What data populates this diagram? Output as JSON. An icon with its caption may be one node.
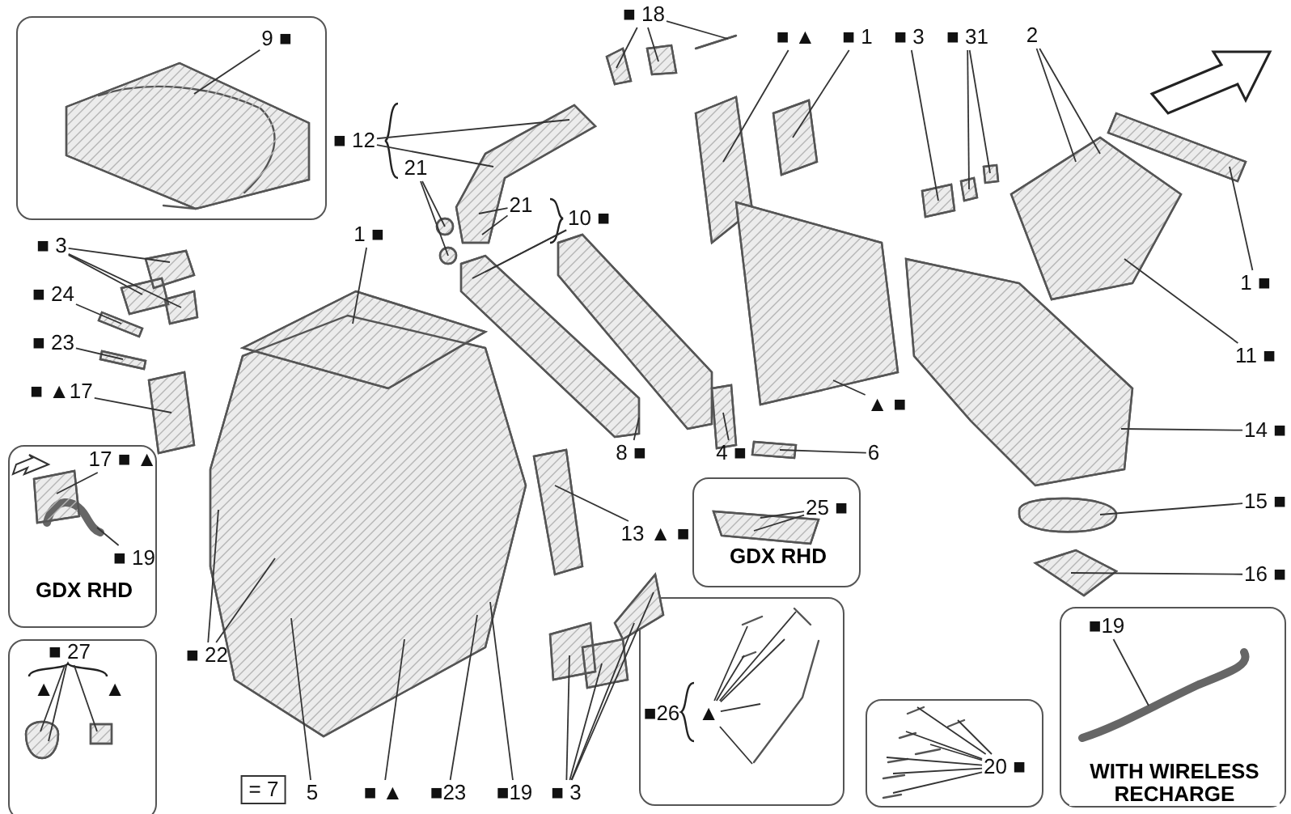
{
  "diagram": {
    "nodes": [
      {
        "text": [],
        "shape": "box"
      },
      {
        "text": [
          "9 ■"
        ],
        "in": 0
      },
      {
        "text": [
          "■ 12"
        ]
      },
      {
        "text": [
          "21"
        ]
      },
      {
        "text": [
          "21"
        ]
      },
      {
        "text": [
          "10 ■"
        ]
      },
      {
        "text": [
          "■ 18"
        ]
      },
      {
        "text": [
          "■ ▲"
        ]
      },
      {
        "text": [
          "■ 1"
        ]
      },
      {
        "text": [
          "■ 3"
        ]
      },
      {
        "text": [
          "■ 31"
        ]
      },
      {
        "text": [
          "2"
        ]
      },
      {
        "text": [
          "1 ■"
        ]
      },
      {
        "text": [
          "11 ■"
        ]
      },
      {
        "text": [
          "▲ ■"
        ]
      },
      {
        "text": [
          "14 ■"
        ]
      },
      {
        "text": [
          "15 ■"
        ]
      },
      {
        "text": [
          "16 ■"
        ]
      },
      {
        "text": [
          "6"
        ]
      },
      {
        "text": [
          "4 ■"
        ]
      },
      {
        "text": [
          "8 ■"
        ]
      },
      {
        "text": [
          "13 ▲ ■"
        ]
      },
      {
        "text": [
          "1 ■"
        ]
      },
      {
        "text": [
          "■ 3"
        ]
      },
      {
        "text": [
          "■ 24"
        ]
      },
      {
        "text": [
          "■ 23"
        ]
      },
      {
        "text": [
          "■ ▲17"
        ]
      },
      {
        "text": [
          "GDX RHD"
        ]
      },
      {
        "text": [
          "17 ■ ▲"
        ],
        "in": 27
      },
      {
        "text": [
          "■ 19"
        ],
        "in": 27
      },
      {
        "text": [
          "■ 22"
        ]
      },
      {
        "text": [
          "5"
        ]
      },
      {
        "text": [
          "■ ▲"
        ]
      },
      {
        "text": [
          "■23"
        ]
      },
      {
        "text": [
          "■19"
        ]
      },
      {
        "text": [
          "■ 3"
        ]
      },
      {
        "text": [
          "= 7"
        ]
      },
      {
        "text": [],
        "shape": "box"
      },
      {
        "text": [
          "■ 27"
        ],
        "in": 37
      },
      {
        "text": [
          "▲"
        ],
        "in": 37
      },
      {
        "text": [
          "▲"
        ],
        "in": 37
      },
      {
        "text": [
          "GDX RHD"
        ]
      },
      {
        "text": [
          "25 ■"
        ],
        "in": 41
      },
      {
        "text": [],
        "shape": "box"
      },
      {
        "text": [
          "■26"
        ],
        "in": 43
      },
      {
        "text": [
          "▲"
        ],
        "in": 43
      },
      {
        "text": [],
        "shape": "box"
      },
      {
        "text": [
          "20 ■"
        ],
        "in": 46
      },
      {
        "text": [
          "WITH WIRELESS RECHARGE"
        ]
      },
      {
        "text": [
          "■19"
        ],
        "in": 48
      },
      {
        "text": [],
        "shape": "picture"
      },
      {
        "text": [],
        "shape": "picture",
        "in": 0
      },
      {
        "text": [],
        "shape": "picture",
        "in": 27
      },
      {
        "text": [],
        "shape": "picture",
        "in": 37
      },
      {
        "text": [],
        "shape": "picture",
        "in": 41
      },
      {
        "text": [],
        "shape": "picture",
        "in": 43
      },
      {
        "text": [],
        "shape": "picture",
        "in": 46
      },
      {
        "text": [],
        "shape": "picture",
        "in": 48
      },
      {
        "text": [],
        "shape": "picture"
      },
      {
        "text": [],
        "shape": "picture"
      },
      {
        "text": [],
        "shape": "picture"
      },
      {
        "text": [],
        "shape": "picture"
      },
      {
        "text": [],
        "shape": "picture"
      },
      {
        "text": [],
        "shape": "picture"
      },
      {
        "text": [],
        "shape": "picture"
      },
      {
        "text": [],
        "shape": "picture"
      },
      {
        "text": [],
        "shape": "picture"
      },
      {
        "text": [],
        "shape": "picture"
      },
      {
        "text": [],
        "shape": "picture"
      },
      {
        "text": [],
        "shape": "picture"
      },
      {
        "text": [],
        "shape": "picture"
      },
      {
        "text": [],
        "shape": "picture"
      },
      {
        "text": [],
        "shape": "picture"
      },
      {
        "text": [],
        "shape": "picture"
      },
      {
        "text": [],
        "shape": "picture"
      },
      {
        "text": [],
        "shape": "picture"
      },
      {
        "text": [],
        "shape": "picture"
      },
      {
        "text": [],
        "shape": "picture"
      },
      {
        "text": [],
        "shape": "picture"
      },
      {
        "text": [],
        "shape": "picture"
      }
    ],
    "edges": [
      {
        "from": 1,
        "to": 51,
        "arrow": "none"
      },
      {
        "from": 2,
        "to": 58,
        "arrow": "none"
      },
      {
        "from": 2,
        "to": 58,
        "arrow": "none"
      },
      {
        "from": 3,
        "to": 59,
        "arrow": "none"
      },
      {
        "from": 3,
        "to": 59,
        "arrow": "none"
      },
      {
        "from": 4,
        "to": 58,
        "arrow": "none"
      },
      {
        "from": 4,
        "to": 58,
        "arrow": "none"
      },
      {
        "from": 5,
        "to": 60,
        "arrow": "none"
      },
      {
        "from": 5,
        "to": 60,
        "arrow": "none"
      },
      {
        "from": 6,
        "to": 74,
        "arrow": "none"
      },
      {
        "from": 6,
        "to": 74,
        "arrow": "none"
      },
      {
        "from": 6,
        "to": 74,
        "arrow": "none"
      },
      {
        "from": 7,
        "to": 62,
        "arrow": "none"
      },
      {
        "from": 8,
        "to": 63,
        "arrow": "none"
      },
      {
        "from": 9,
        "to": 72,
        "arrow": "none"
      },
      {
        "from": 10,
        "to": 73,
        "arrow": "none"
      },
      {
        "from": 10,
        "to": 73,
        "arrow": "none"
      },
      {
        "from": 11,
        "to": 70,
        "arrow": "none"
      },
      {
        "from": 11,
        "to": 70,
        "arrow": "none"
      },
      {
        "from": 12,
        "to": 71,
        "arrow": "none"
      },
      {
        "from": 13,
        "to": 70,
        "arrow": "none"
      },
      {
        "from": 14,
        "to": 64,
        "arrow": "none"
      },
      {
        "from": 15,
        "to": 67,
        "arrow": "none"
      },
      {
        "from": 16,
        "to": 68,
        "arrow": "none"
      },
      {
        "from": 17,
        "to": 69,
        "arrow": "none"
      },
      {
        "from": 18,
        "to": 66,
        "arrow": "none"
      },
      {
        "from": 19,
        "to": 65,
        "arrow": "none"
      },
      {
        "from": 20,
        "to": 60,
        "arrow": "none"
      },
      {
        "from": 21,
        "to": 78,
        "arrow": "none"
      },
      {
        "from": 22,
        "to": 50,
        "arrow": "none"
      },
      {
        "from": 23,
        "to": 75,
        "arrow": "none"
      },
      {
        "from": 23,
        "to": 75,
        "arrow": "none"
      },
      {
        "from": 23,
        "to": 75,
        "arrow": "none"
      },
      {
        "from": 24,
        "to": 76,
        "arrow": "none"
      },
      {
        "from": 25,
        "to": 76,
        "arrow": "none"
      },
      {
        "from": 26,
        "to": 77,
        "arrow": "none"
      },
      {
        "from": 28,
        "to": 52,
        "arrow": "none"
      },
      {
        "from": 29,
        "to": 52,
        "arrow": "none"
      },
      {
        "from": 30,
        "to": 50,
        "arrow": "none"
      },
      {
        "from": 30,
        "to": 50,
        "arrow": "none"
      },
      {
        "from": 31,
        "to": 50,
        "arrow": "none"
      },
      {
        "from": 32,
        "to": 50,
        "arrow": "none"
      },
      {
        "from": 33,
        "to": 50,
        "arrow": "none"
      },
      {
        "from": 34,
        "to": 50,
        "arrow": "none"
      },
      {
        "from": 35,
        "to": 79,
        "arrow": "none"
      },
      {
        "from": 35,
        "to": 79,
        "arrow": "none"
      },
      {
        "from": 35,
        "to": 79,
        "arrow": "none"
      },
      {
        "from": 35,
        "to": 79,
        "arrow": "none"
      },
      {
        "from": 38,
        "to": 53,
        "arrow": "none"
      },
      {
        "from": 38,
        "to": 53,
        "arrow": "none"
      },
      {
        "from": 38,
        "to": 53,
        "arrow": "none"
      },
      {
        "from": 45,
        "to": 55,
        "arrow": "none"
      },
      {
        "from": 45,
        "to": 55,
        "arrow": "none"
      },
      {
        "from": 45,
        "to": 55,
        "arrow": "none"
      },
      {
        "from": 45,
        "to": 55,
        "arrow": "none"
      },
      {
        "from": 45,
        "to": 55,
        "arrow": "none"
      },
      {
        "from": 45,
        "to": 55,
        "arrow": "none"
      },
      {
        "from": 47,
        "to": 56,
        "arrow": "none"
      },
      {
        "from": 47,
        "to": 56,
        "arrow": "none"
      },
      {
        "from": 47,
        "to": 56,
        "arrow": "none"
      },
      {
        "from": 47,
        "to": 56,
        "arrow": "none"
      },
      {
        "from": 47,
        "to": 56,
        "arrow": "none"
      },
      {
        "from": 47,
        "to": 56,
        "arrow": "none"
      },
      {
        "from": 47,
        "to": 56,
        "arrow": "none"
      },
      {
        "from": 49,
        "to": 57,
        "arrow": "none"
      },
      {
        "from": 42,
        "to": 54,
        "arrow": "none"
      },
      {
        "from": 42,
        "to": 54,
        "arrow": "none"
      }
    ]
  }
}
